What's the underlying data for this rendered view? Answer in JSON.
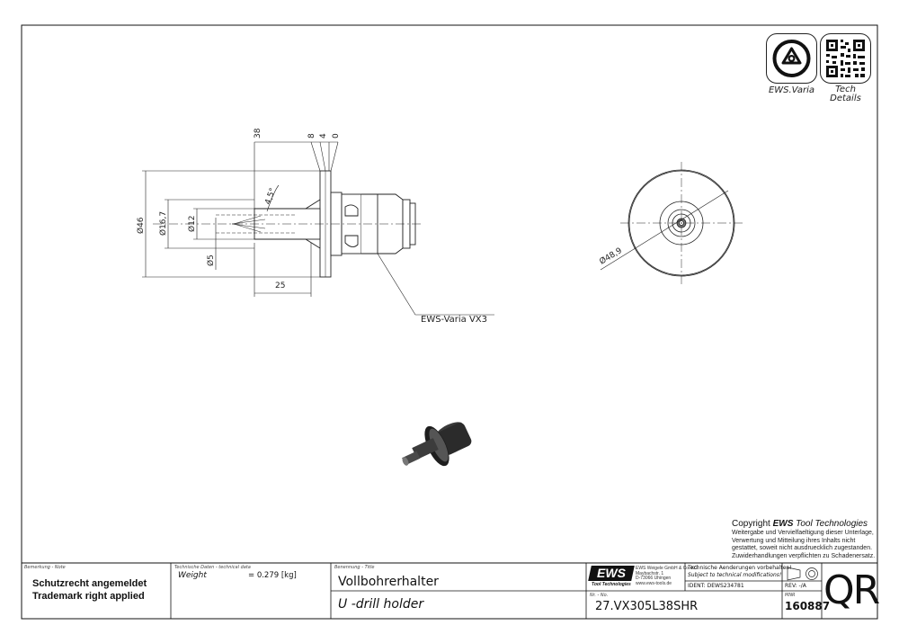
{
  "drawing": {
    "dims": {
      "d46": "Ø46",
      "d16_7": "Ø16,7",
      "d12": "Ø12",
      "d5": "Ø5",
      "angle": "4,5°",
      "len25": "25",
      "top38": "38",
      "top8": "8",
      "top4": "4",
      "top0": "0",
      "d48_9": "Ø48,9"
    },
    "callout": "EWS-Varia VX3"
  },
  "corner_icons": {
    "varia_caption": "EWS.Varia",
    "tech_caption_1": "Tech",
    "tech_caption_2": "Details"
  },
  "copyright": {
    "title_prefix": "Copyright",
    "brand": "EWS",
    "title_suffix": "Tool Technologies",
    "lines": [
      "Weitergabe und Vervielfaeltigung dieser Unterlage,",
      "Verwertung und Mitteilung ihres Inhalts nicht",
      "gestattet, soweit nicht ausdruecklich zugestanden.",
      "Zuwiderhandlungen verpflichten zu Schadenersatz."
    ]
  },
  "title_block": {
    "remark_caption": "Bemerkung - Note",
    "remark_1": "Schutzrecht angemeldet",
    "remark_2": "Trademark right applied",
    "techdata_caption": "Technische Daten - technical data",
    "weight_label": "Weight",
    "weight_value": "= 0.279 [kg]",
    "title_caption": "Benennung - Title",
    "title_de": "Vollbohrerhalter",
    "title_en": "U -drill holder",
    "logo_text": "EWS",
    "logo_sub": "Tool Technologies",
    "address_1": "EWS Weigele GmbH & Co. KG",
    "address_2": "Maybachstr. 1",
    "address_3": "D-73066 Uhingen",
    "address_4": "www.ews-tools.de",
    "change_note_1": "Technische Aenderungen vorbehalten!",
    "change_note_2": "Subject to technical modifications!",
    "ident_label": "IDENT:",
    "ident_value": "DEWS234781",
    "rev_label": "REV:",
    "rev_value": "-/A",
    "nr_caption": "Nr. - No.",
    "part_number": "27.VX305L38SHR",
    "mnr_caption": "MNR",
    "mnr_value": "160887",
    "qr_label": "QR"
  }
}
